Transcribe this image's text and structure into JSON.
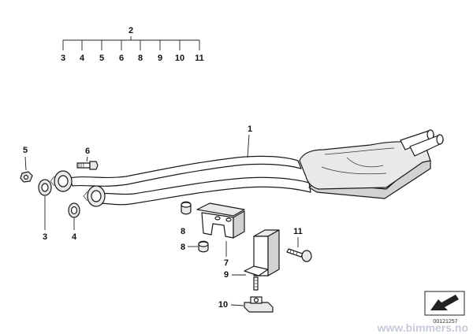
{
  "callouts": {
    "assembly_header": "2",
    "assembly_items": [
      "3",
      "4",
      "5",
      "6",
      "8",
      "9",
      "10",
      "11"
    ],
    "part_1": "1",
    "part_3": "3",
    "part_4": "4",
    "part_5": "5",
    "part_6": "6",
    "part_7": "7",
    "part_8a": "8",
    "part_8b": "8",
    "part_9": "9",
    "part_10": "10",
    "part_11": "11"
  },
  "document_number": "00121257",
  "watermark": "www.bimmers.no"
}
